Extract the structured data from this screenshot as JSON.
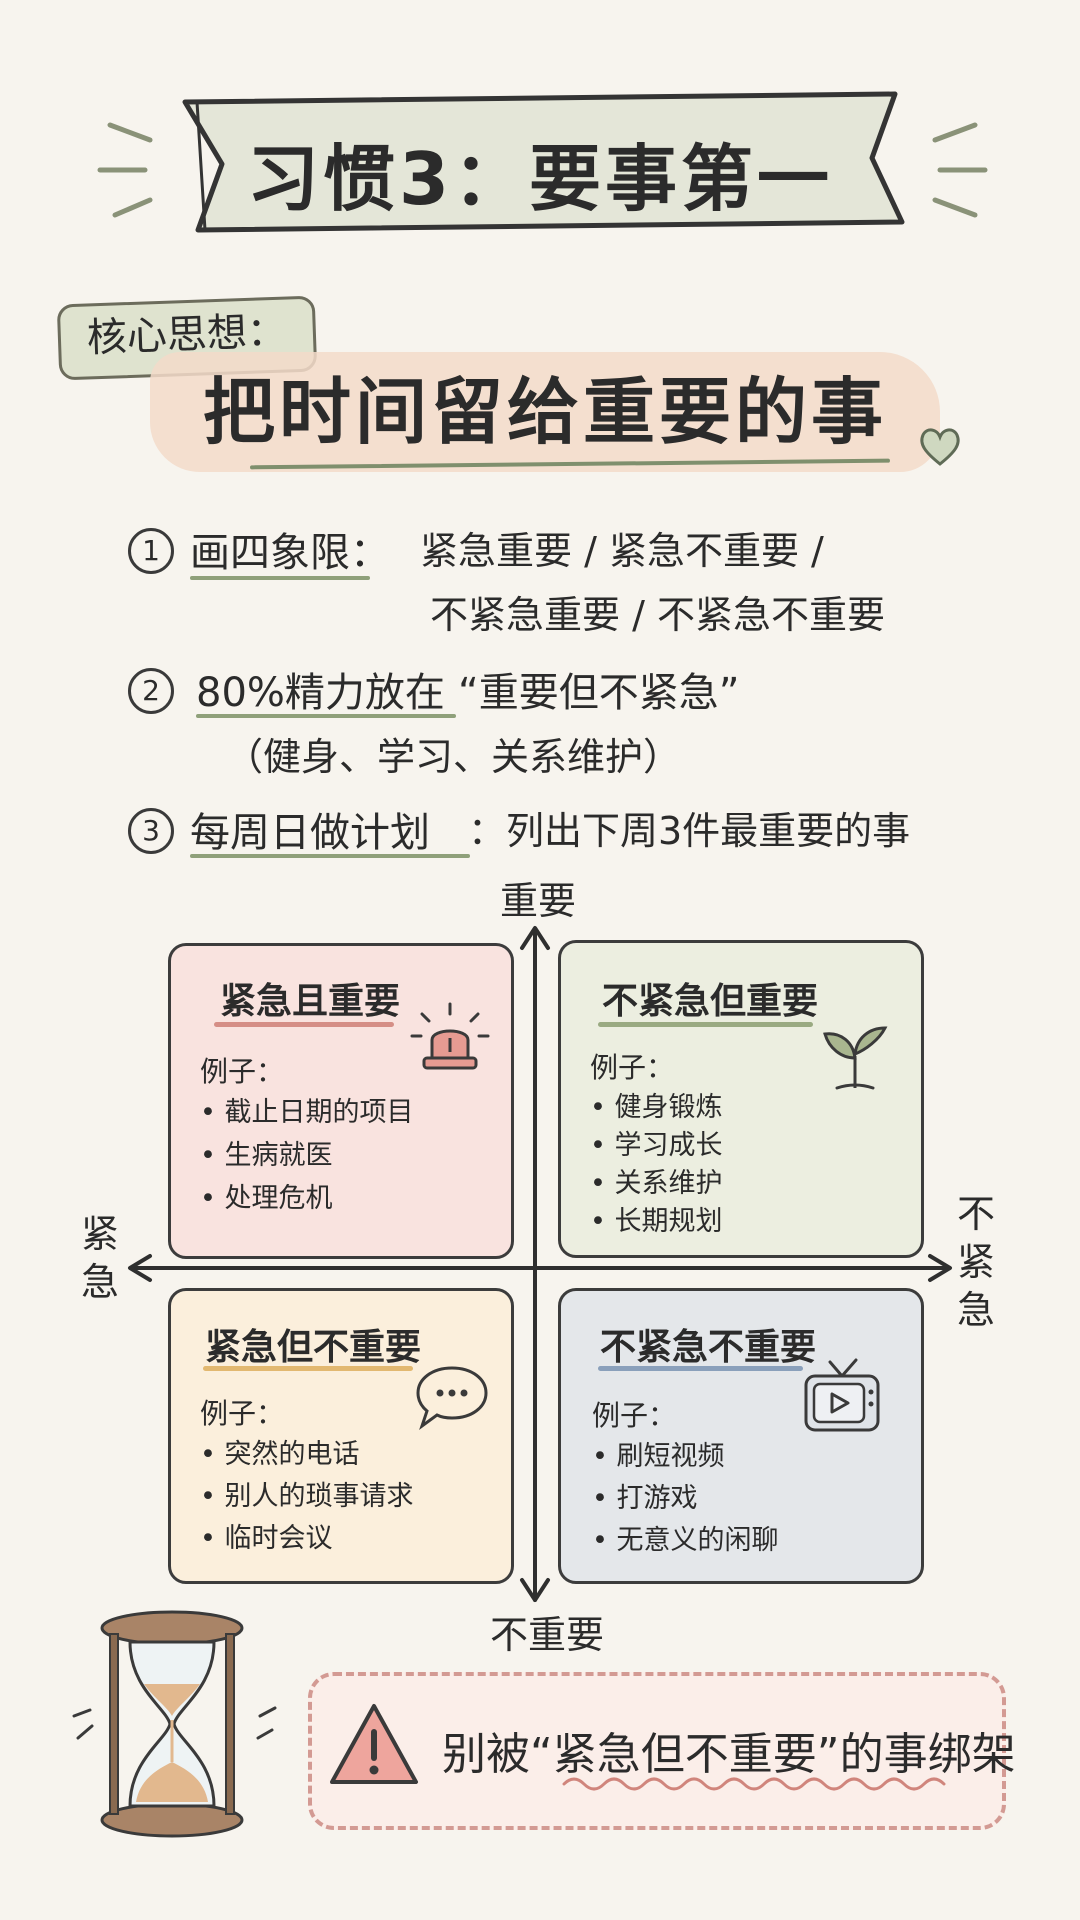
{
  "title": "习惯3：要事第一",
  "core": {
    "label": "核心思想：",
    "main": "把时间留给重要的事"
  },
  "points": [
    {
      "num": "1",
      "lead": "画四象限：",
      "text_line1": "紧急重要 / 紧急不重要 /",
      "text_line2": "不紧急重要 / 不紧急不重要"
    },
    {
      "num": "2",
      "lead": "80%精力放在",
      "text_line1": "“重要但不紧急”",
      "text_line2": "（健身、学习、关系维护）"
    },
    {
      "num": "3",
      "lead": "每周日做计划",
      "text_line1": "：列出下周3件最重要的事"
    }
  ],
  "axes": {
    "top": "重要",
    "bottom": "不重要",
    "left": [
      "紧",
      "急"
    ],
    "right": [
      "不",
      "紧",
      "急"
    ]
  },
  "quadrants": {
    "q1": {
      "title": "紧急且重要",
      "label": "例子：",
      "items": [
        "截止日期的项目",
        "生病就医",
        "处理危机"
      ],
      "icon": "alarm-light-icon",
      "color": "#f9e3df",
      "accent": "#d58e86"
    },
    "q2": {
      "title": "不紧急但重要",
      "label": "例子：",
      "items": [
        "健身锻炼",
        "学习成长",
        "关系维护",
        "长期规划"
      ],
      "icon": "sprout-icon",
      "color": "#eceee0",
      "accent": "#9aaa82"
    },
    "q3": {
      "title": "紧急但不重要",
      "label": "例子：",
      "items": [
        "突然的电话",
        "别人的琐事请求",
        "临时会议"
      ],
      "icon": "speech-bubble-icon",
      "color": "#fbefdc",
      "accent": "#e2b870"
    },
    "q4": {
      "title": "不紧急不重要",
      "label": "例子：",
      "items": [
        "刷短视频",
        "打游戏",
        "无意义的闲聊"
      ],
      "icon": "tv-icon",
      "color": "#e4e7ea",
      "accent": "#8aa0bb"
    }
  },
  "warning": {
    "text": "别被“紧急但不重要”的事绑架",
    "icon": "warning-triangle-icon"
  }
}
